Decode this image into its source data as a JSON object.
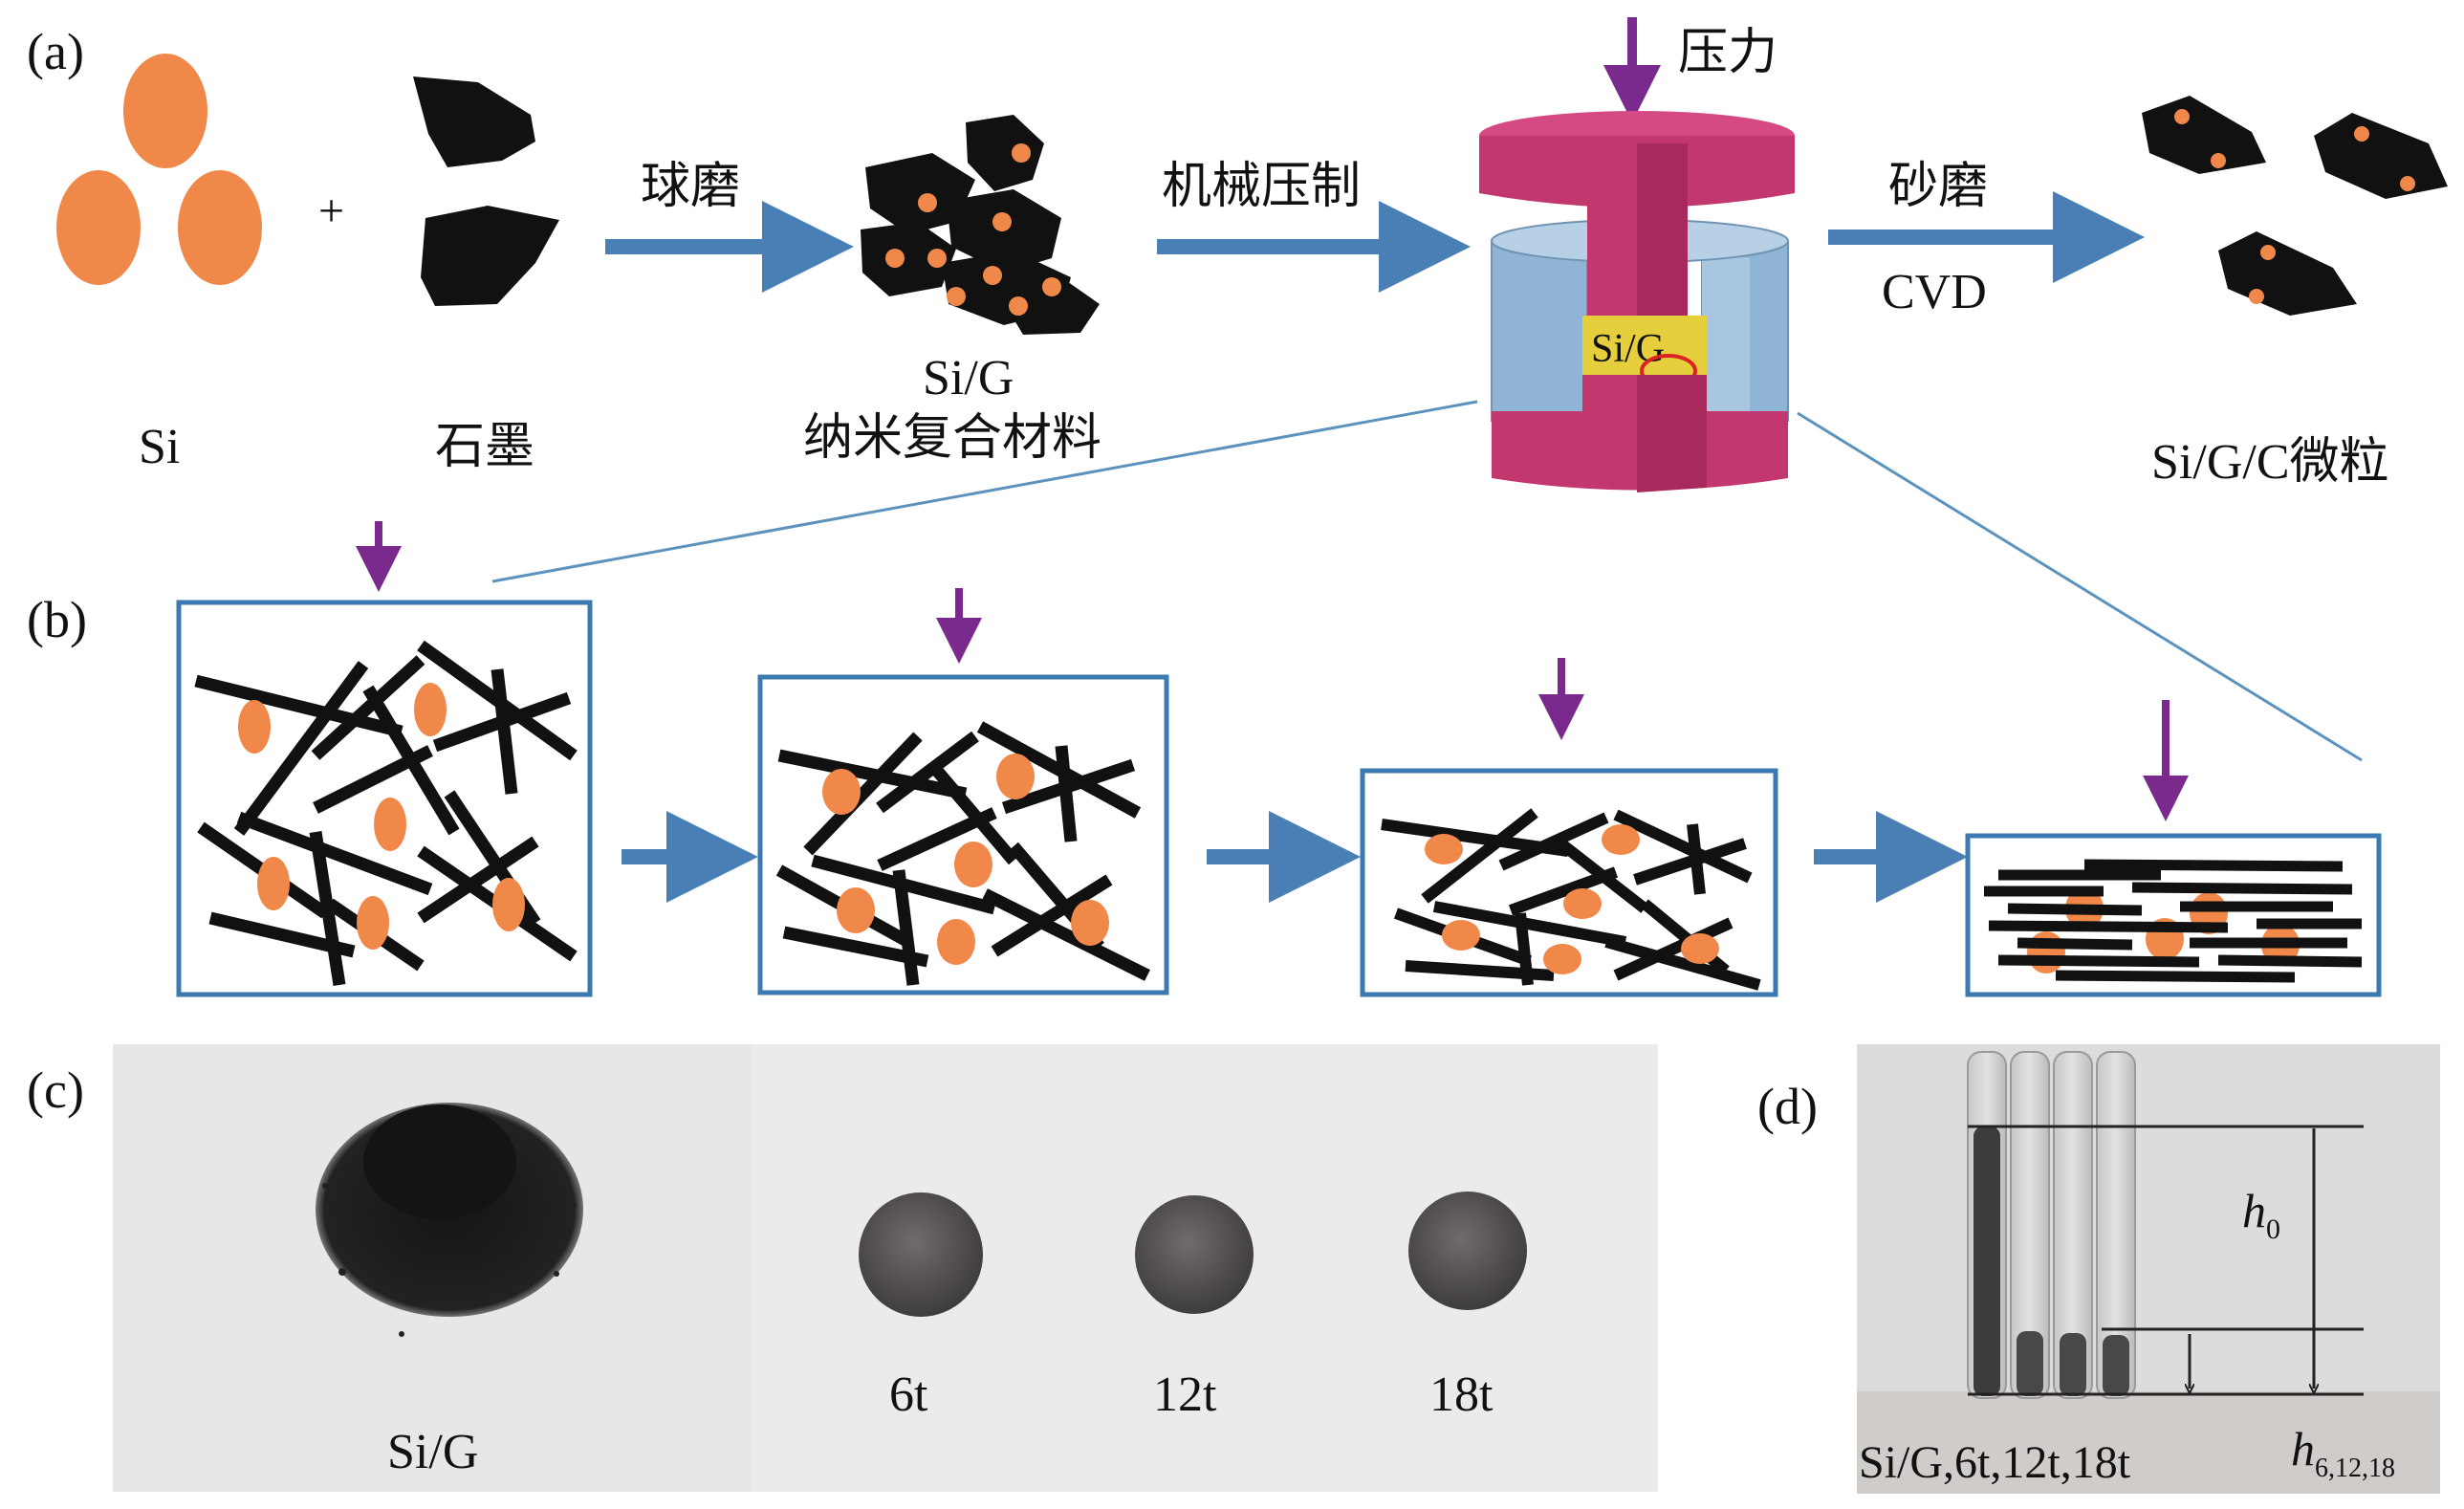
{
  "panels": {
    "a": {
      "label": "(a)",
      "si_label": "Si",
      "plus": "+",
      "graphite_label": "石墨",
      "step1": "球磨",
      "composite_label_1": "Si/G",
      "composite_label_2": "纳米复合材料",
      "step2": "机械压制",
      "pressure_label": "压力",
      "die_label": "Si/G",
      "step3_top": "砂磨",
      "step3_bottom": "CVD",
      "product_label": "Si/G/C微粒"
    },
    "b": {
      "label": "(b)"
    },
    "c": {
      "label": "(c)",
      "powder_label": "Si/G",
      "pellets": [
        "6t",
        "12t",
        "18t"
      ]
    },
    "d": {
      "label": "(d)",
      "tubes_label": "Si/G,6t,12t,18t",
      "h0_main": "h",
      "h0_sub": "0",
      "h_main": "h",
      "h_sub": "6,12,18"
    }
  },
  "colors": {
    "si_particle": "#f0884a",
    "graphite": "#111111",
    "arrow_blue": "#4a7fb5",
    "press_arrow": "#7a2a8c",
    "die_magenta": "#c2386e",
    "die_blue": "#8fb4d6",
    "box_border": "#3b7ab0",
    "photo_bg": "#e9e7e6"
  },
  "icons": {
    "process_arrow": "right-arrow-icon",
    "pressure_arrow": "down-arrow-icon"
  }
}
